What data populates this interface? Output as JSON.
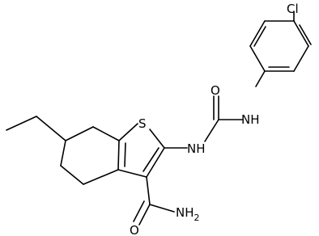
{
  "molecule": {
    "labels": {
      "cl": "Cl",
      "s": "S",
      "o": "O",
      "nh_urea_aryl": "NH",
      "nh_urea_thiophene": "NH",
      "nh2_amide": "NH",
      "nh2_subscript": "2"
    }
  },
  "colors": {
    "bond": "#000000",
    "background": "#ffffff"
  }
}
